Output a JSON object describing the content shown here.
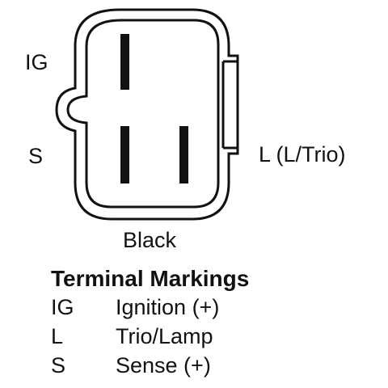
{
  "diagram": {
    "pin_labels": {
      "ig": "IG",
      "s": "S",
      "l": "L (L/Trio)"
    },
    "connector_color_label": "Black",
    "colors": {
      "outline": "#111111",
      "terminal": "#111111",
      "background": "#ffffff"
    }
  },
  "legend": {
    "title": "Terminal Markings",
    "rows": [
      {
        "code": "IG",
        "description": "Ignition (+)"
      },
      {
        "code": "L",
        "description": "Trio/Lamp"
      },
      {
        "code": "S",
        "description": "Sense (+)"
      }
    ]
  }
}
